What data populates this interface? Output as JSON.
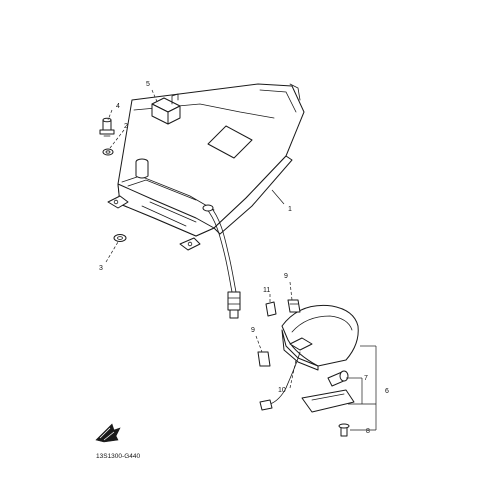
{
  "callouts": {
    "c1": "1",
    "c2": "2",
    "c3": "3",
    "c4": "4",
    "c5": "5",
    "c6": "6",
    "c7": "7",
    "c8": "8",
    "c9a": "9",
    "c9b": "9",
    "c10": "10",
    "c11": "11"
  },
  "drawing_code": "13S1300-G440",
  "colors": {
    "line": "#1a1a1a",
    "background": "#ffffff"
  }
}
